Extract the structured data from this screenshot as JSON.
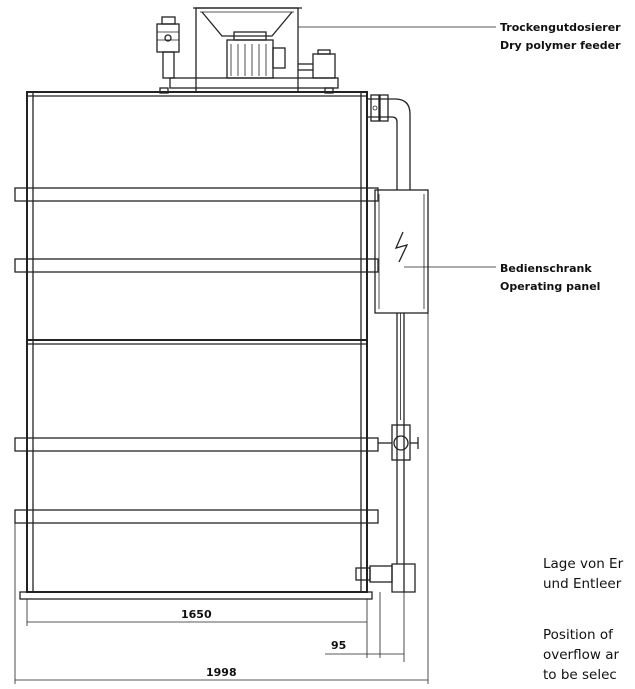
{
  "labels": {
    "feeder_de": "Trockengutdosierer",
    "feeder_en": "Dry polymer feeder",
    "panel_de": "Bedienschrank",
    "panel_en": "Operating panel"
  },
  "dimensions": {
    "inner_width": "1650",
    "offset": "95",
    "overall_width": "1998"
  },
  "notes": {
    "de_line1": "Lage von Er",
    "de_line2": "und Entleer",
    "en_line1": "Position of",
    "en_line2": "overflow ar",
    "en_line3": "to be selec"
  },
  "symbols": {
    "panel_symbol": "lightning-icon"
  }
}
